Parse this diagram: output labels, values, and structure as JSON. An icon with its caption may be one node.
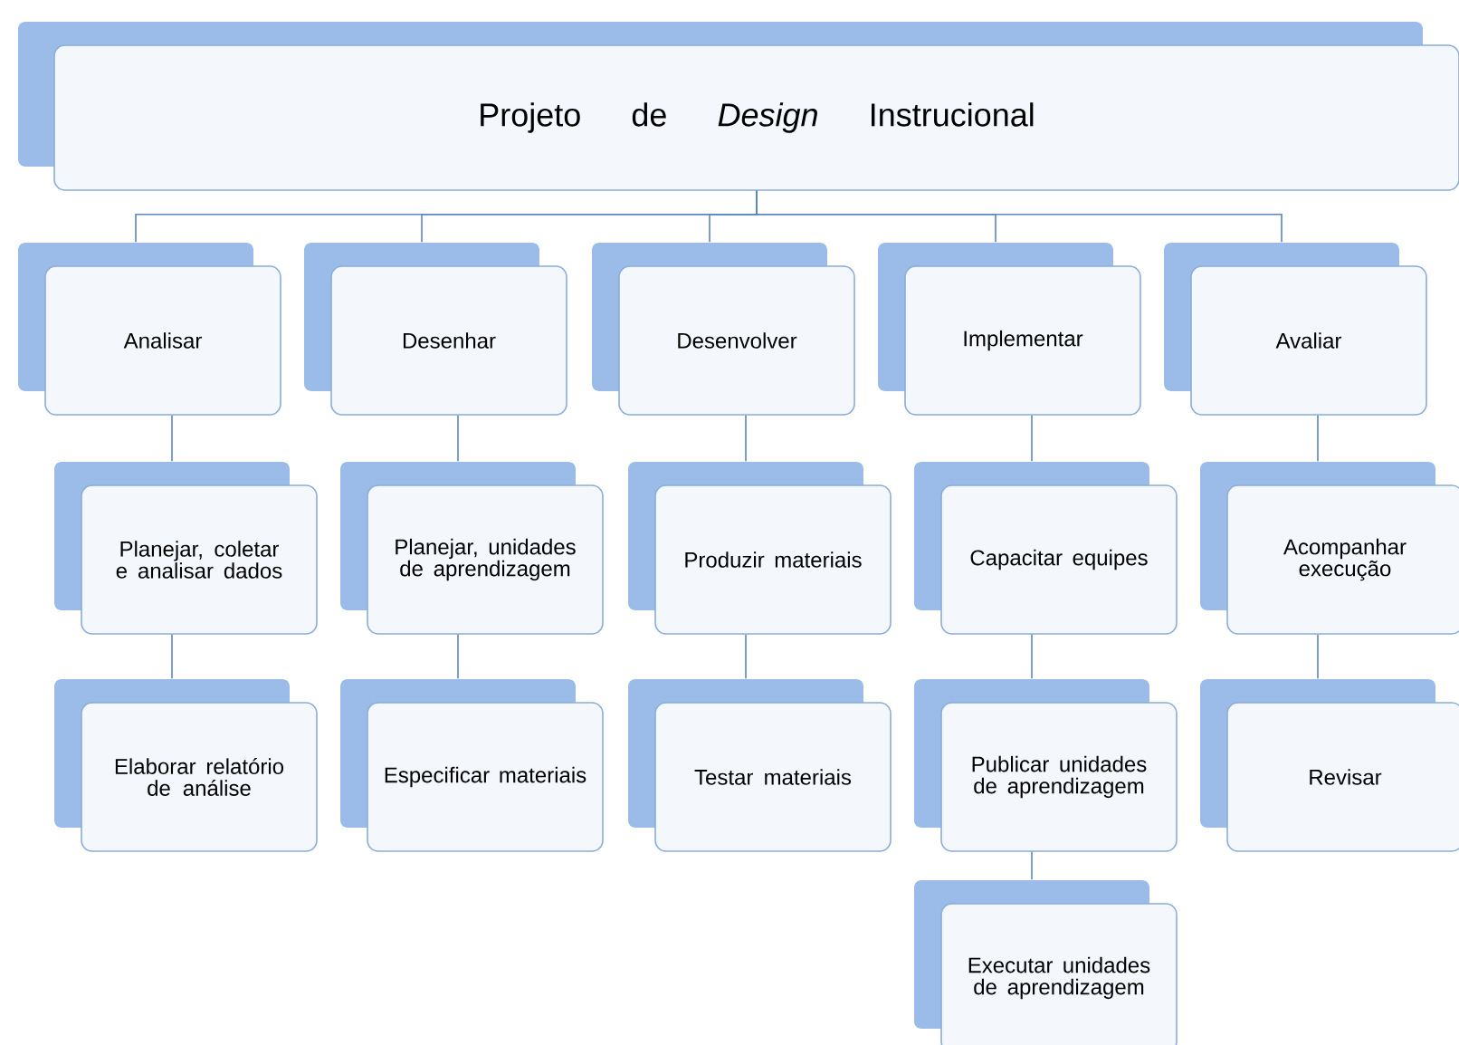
{
  "diagram": {
    "nodes": [
      {
        "text": [
          "Projeto de *Design* Instrucional"
        ]
      },
      {
        "text": [
          "Analisar"
        ]
      },
      {
        "text": [
          "Planejar, coletar e analisar dados"
        ]
      },
      {
        "text": [
          "Elaborar relatório de análise"
        ]
      },
      {
        "text": [
          "Desenhar"
        ]
      },
      {
        "text": [
          "Planejar, unidades de aprendizagem"
        ]
      },
      {
        "text": [
          "Especificar materiais"
        ]
      },
      {
        "text": [
          "Desenvolver"
        ]
      },
      {
        "text": [
          "Produzir materiais"
        ]
      },
      {
        "text": [
          "Testar materiais"
        ]
      },
      {
        "text": [
          "Implementar"
        ]
      },
      {
        "text": [
          "Capacitar equipes"
        ]
      },
      {
        "text": [
          "Publicar unidades de aprendizagem"
        ]
      },
      {
        "text": [
          "Executar unidades de aprendizagem"
        ]
      },
      {
        "text": [
          "Avaliar"
        ]
      },
      {
        "text": [
          "Acompanhar execução"
        ]
      },
      {
        "text": [
          "Revisar"
        ]
      }
    ],
    "edges": [
      {
        "from": 0,
        "to": 1,
        "arrow": "none"
      },
      {
        "from": 0,
        "to": 4,
        "arrow": "none"
      },
      {
        "from": 0,
        "to": 7,
        "arrow": "none"
      },
      {
        "from": 0,
        "to": 10,
        "arrow": "none"
      },
      {
        "from": 0,
        "to": 14,
        "arrow": "none"
      },
      {
        "from": 1,
        "to": 2,
        "arrow": "none"
      },
      {
        "from": 2,
        "to": 3,
        "arrow": "none"
      },
      {
        "from": 4,
        "to": 5,
        "arrow": "none"
      },
      {
        "from": 5,
        "to": 6,
        "arrow": "none"
      },
      {
        "from": 7,
        "to": 8,
        "arrow": "none"
      },
      {
        "from": 8,
        "to": 9,
        "arrow": "none"
      },
      {
        "from": 10,
        "to": 11,
        "arrow": "none"
      },
      {
        "from": 11,
        "to": 12,
        "arrow": "none"
      },
      {
        "from": 12,
        "to": 13,
        "arrow": "none"
      },
      {
        "from": 14,
        "to": 15,
        "arrow": "none"
      },
      {
        "from": 15,
        "to": 16,
        "arrow": "none"
      }
    ]
  }
}
